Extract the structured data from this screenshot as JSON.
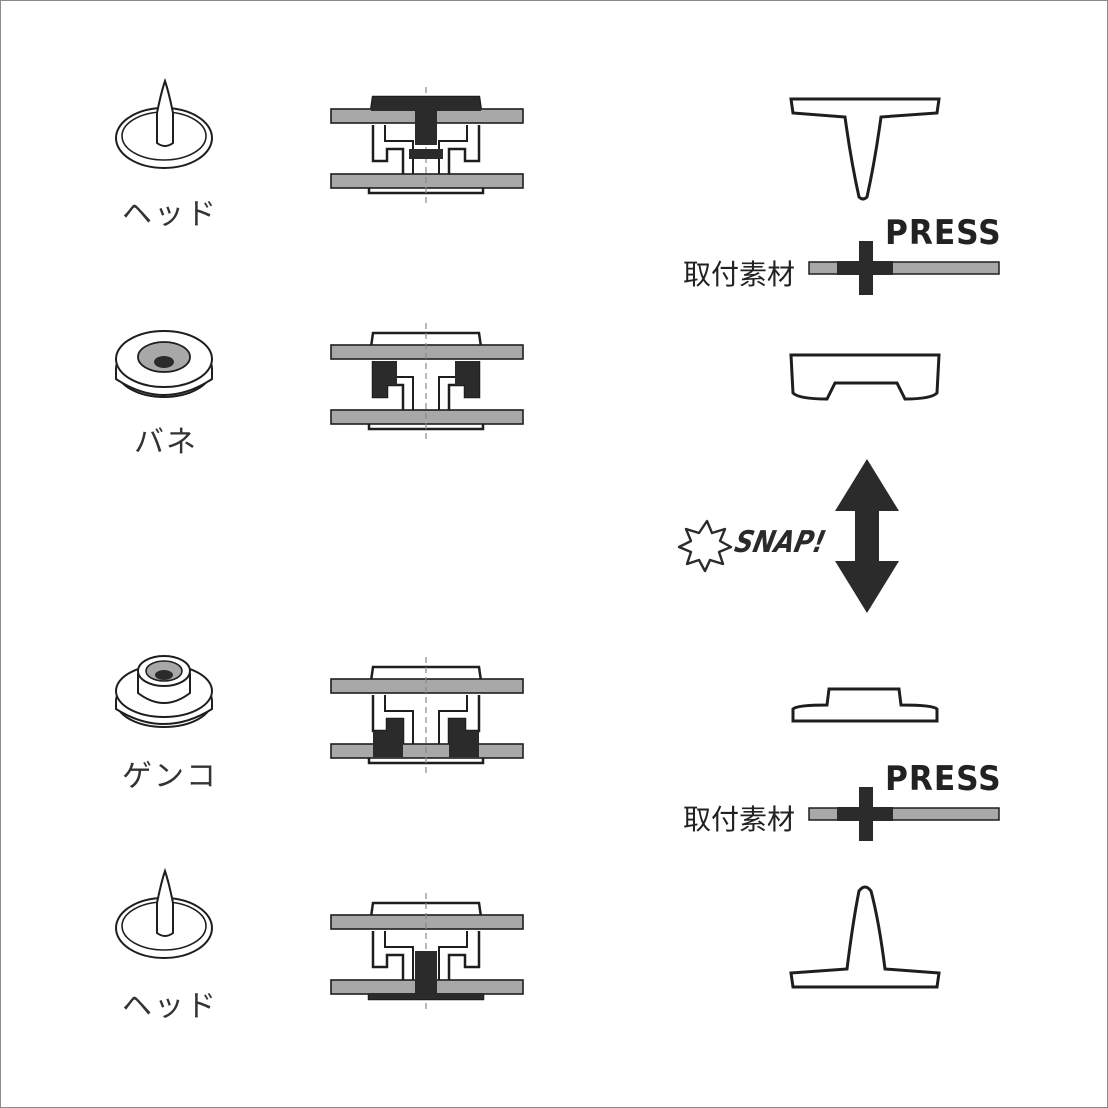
{
  "parts": [
    {
      "label": "ヘッド",
      "icon": "head-stud-icon"
    },
    {
      "label": "バネ",
      "icon": "spring-socket-icon"
    },
    {
      "label": "ゲンコ",
      "icon": "stud-knob-icon"
    },
    {
      "label": "ヘッド",
      "icon": "head-stud-icon"
    }
  ],
  "assembly": {
    "press_top": "PRESS",
    "press_bottom": "PRESS",
    "material_top": "取付素材",
    "material_bottom": "取付素材",
    "snap": "SNAP!",
    "snap_icon": "burst-star-icon",
    "arrow_icon": "double-arrow-icon"
  },
  "colors": {
    "outline": "#1e1e1e",
    "fabric": "#a8a8a8",
    "metal_dark": "#2b2b2b",
    "frame": "#8a8a8a"
  }
}
